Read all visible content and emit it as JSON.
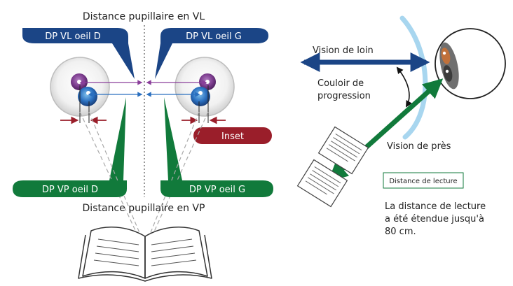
{
  "labels": {
    "dp_vl_title": "Distance pupillaire en VL",
    "dp_vp_title": "Distance pupillaire en VP",
    "dp_vl_right": "DP VL oeil D",
    "dp_vl_left": "DP VL oeil G",
    "dp_vp_right": "DP VP oeil D",
    "dp_vp_left": "DP VP oeil G",
    "inset": "Inset",
    "vision_loin": "Vision de loin",
    "couloir_line1": "Couloir de",
    "couloir_line2": "progression",
    "vision_pres": "Vision de près",
    "reading_box": "Distance de lecture",
    "note_line1": "La distance de lecture",
    "note_line2": "a été étendue jusqu'à",
    "note_line3": "80 cm."
  },
  "colors": {
    "navy": "#1b4586",
    "green": "#117a3b",
    "darkred": "#9a1e2a",
    "purple": "#8a3e9a",
    "blue": "#2a6fbf",
    "lens": "#a8d6ef"
  }
}
